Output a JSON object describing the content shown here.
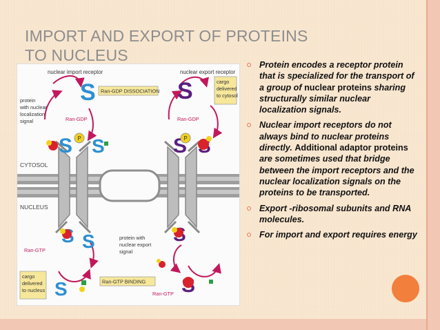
{
  "slide": {
    "title_line1": "IMPORT AND EXPORT OF PROTEINS",
    "title_line2": "TO NUCLEUS"
  },
  "diagram": {
    "labels": {
      "nuclear_import_receptor": "nuclear import receptor",
      "nuclear_export_receptor": "nuclear export receptor",
      "ran_gdp_dissociation": "Ran-GDP DISSOCIATION",
      "cargo_to_cytosol_1": "cargo",
      "cargo_to_cytosol_2": "delivered",
      "cargo_to_cytosol_3": "to cytosol",
      "protein_nls_1": "protein",
      "protein_nls_2": "with nuclear",
      "protein_nls_3": "localization",
      "protein_nls_4": "signal",
      "ran_gdp_left": "Ran-GDP",
      "ran_gdp_right": "Ran-GDP",
      "p_left": "P",
      "p_right": "P",
      "cytosol": "CYTOSOL",
      "nucleus": "NUCLEUS",
      "ran_gtp_left": "Ran-GTP",
      "ran_gtp_right": "Ran-GTP",
      "cargo_to_nucleus_1": "cargo",
      "cargo_to_nucleus_2": "delivered",
      "cargo_to_nucleus_3": "to nucleus",
      "protein_export_1": "protein with",
      "protein_export_2": "nuclear export",
      "protein_export_3": "signal",
      "ran_gtp_binding": "Ran-GTP BINDING"
    },
    "colors": {
      "import_receptor": "#2e8fd0",
      "export_receptor": "#5a1f7e",
      "cargo_red": "#d8222c",
      "cargo_yellow": "#f1d21a",
      "label_box": "#f6e79a",
      "arrow": "#c2185b",
      "pore": "#b9b9b9"
    }
  },
  "bullets": [
    {
      "parts": [
        {
          "text": "Protein encodes a receptor protein that is specialized for the transport of a group of ",
          "italic": true
        },
        {
          "text": "nuclear proteins ",
          "italic": false
        },
        {
          "text": "sharing structurally similar nuclear localization signals.",
          "italic": true
        }
      ]
    },
    {
      "parts": [
        {
          "text": "Nuclear import receptors do not always bind to nuclear proteins directly. ",
          "italic": true
        },
        {
          "text": "Additional adaptor proteins ",
          "italic": false
        },
        {
          "text": "are sometimes used that bridge between the import receptors and the nuclear localization signals on the proteins to be transported.",
          "italic": true
        }
      ]
    },
    {
      "parts": [
        {
          "text": "Export -ribosomal subunits and RNA molecules.",
          "italic": true
        }
      ]
    },
    {
      "parts": [
        {
          "text": "For import and export requires energy",
          "italic": true
        }
      ]
    }
  ]
}
